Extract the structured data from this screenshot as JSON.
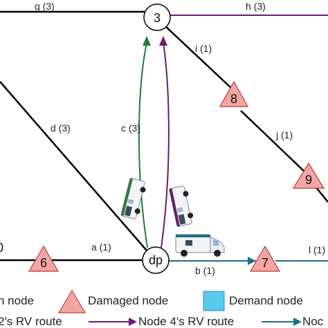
{
  "nodes": {
    "node3": "3",
    "dp": "dp",
    "node8": "8",
    "node9": "9",
    "node6": "6",
    "node7": "7",
    "left_partial": "0"
  },
  "edges": {
    "g": "g (3)",
    "h": "h (3)",
    "i": "i (1)",
    "j": "j (1)",
    "d": "d (3)",
    "c": "c (3)",
    "a": "a (1)",
    "b": "b (1)",
    "l": "l (1)"
  },
  "legend": {
    "node_partial": "n node",
    "damaged": "Damaged node",
    "demand": "Demand node",
    "route_node2_partial": "2's RV route",
    "route_node4": "Node 4's RV route",
    "route_partial": "Noc"
  },
  "colors": {
    "damaged_fill": "#f4a6a6",
    "damaged_stroke": "#c0392b",
    "demand_fill": "#5bc8ef",
    "route_green": "#1f7a3a",
    "route_purple": "#6b1d6e",
    "route_teal": "#1c6f86"
  }
}
